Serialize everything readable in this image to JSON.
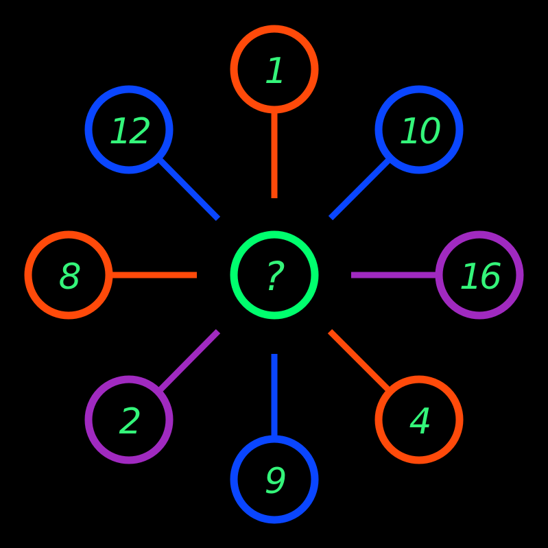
{
  "center": {
    "label": "?",
    "ring_color": "#00ff6e",
    "text_color": "#34f57a"
  },
  "text_color": "#34f57a",
  "nodes": [
    {
      "id": "top",
      "label": "1",
      "color": "#ff4a0a"
    },
    {
      "id": "top-right",
      "label": "10",
      "color": "#0a46ff"
    },
    {
      "id": "right",
      "label": "16",
      "color": "#a02ac0"
    },
    {
      "id": "bottom-right",
      "label": "4",
      "color": "#ff4a0a"
    },
    {
      "id": "bottom",
      "label": "9",
      "color": "#0a46ff"
    },
    {
      "id": "bottom-left",
      "label": "2",
      "color": "#a02ac0"
    },
    {
      "id": "left",
      "label": "8",
      "color": "#ff4a0a"
    },
    {
      "id": "top-left",
      "label": "12",
      "color": "#0a46ff"
    }
  ]
}
